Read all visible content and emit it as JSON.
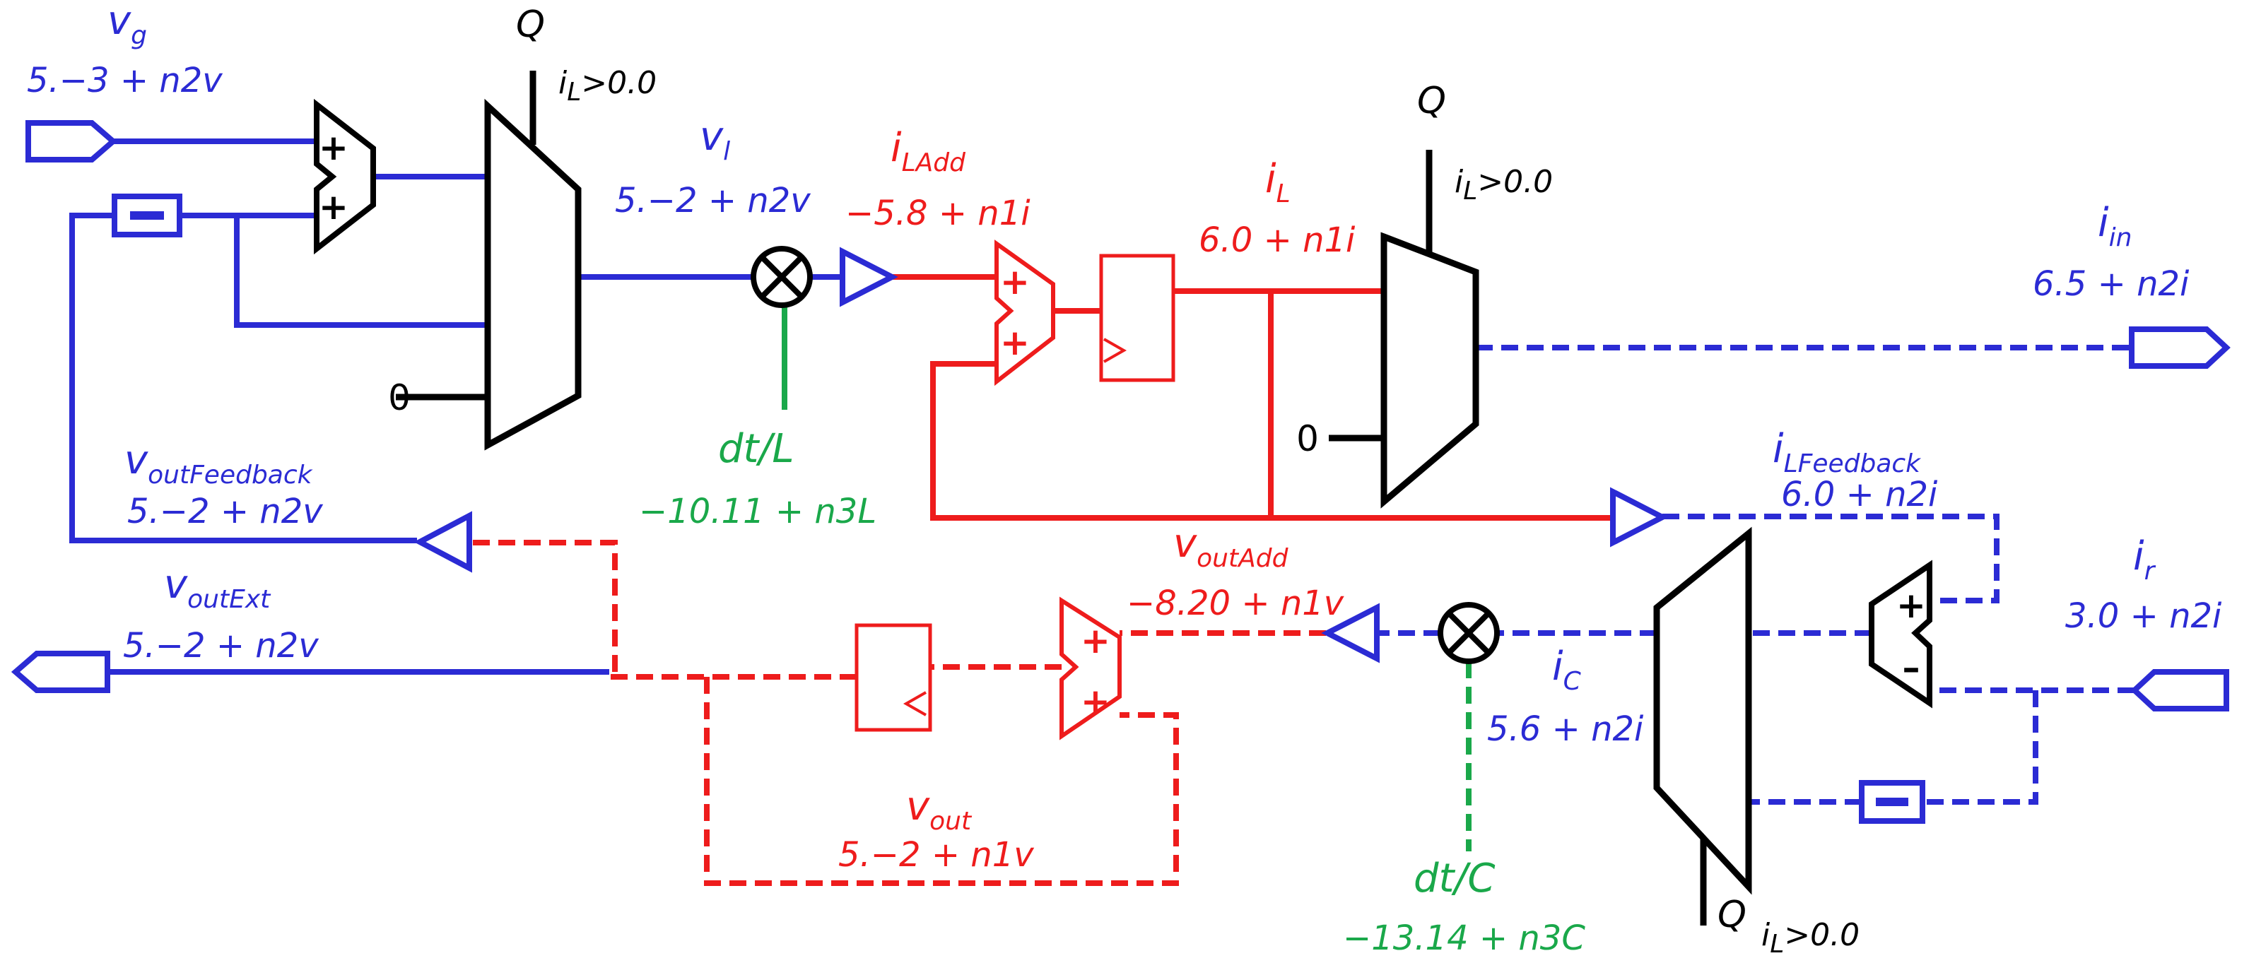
{
  "colors": {
    "blue": "#2b2bd4",
    "red": "#ee1c1c",
    "green": "#1aa84a",
    "black": "#000000"
  },
  "labels": {
    "vg": {
      "sym": "v",
      "sub": "g",
      "value": "5.−3 + n2v"
    },
    "vl": {
      "sym": "v",
      "sub": "l",
      "value": "5.−2 + n2v"
    },
    "iladd": {
      "sym": "i",
      "sub": "LAdd",
      "value": "−5.8 + n1i"
    },
    "il": {
      "sym": "i",
      "sub": "L",
      "value": "6.0 + n1i"
    },
    "iin": {
      "sym": "i",
      "sub": "in",
      "value": "6.5 + n2i"
    },
    "ilfeedback": {
      "sym": "i",
      "sub": "LFeedback",
      "value": "6.0 + n2i"
    },
    "ir": {
      "sym": "i",
      "sub": "r",
      "value": "3.0 + n2i"
    },
    "voutfeedback": {
      "sym": "v",
      "sub": "outFeedback",
      "value": "5.−2 + n2v"
    },
    "voutext": {
      "sym": "v",
      "sub": "outExt",
      "value": "5.−2 + n2v"
    },
    "voutadd": {
      "sym": "v",
      "sub": "outAdd",
      "value": "−8.20 + n1v"
    },
    "ic": {
      "sym": "i",
      "sub": "C",
      "value": "5.6 + n2i"
    },
    "vout": {
      "sym": "v",
      "sub": "out",
      "value": "5.−2 + n1v"
    },
    "dtl": {
      "name": "dt/L",
      "value": "−10.11 + n3L"
    },
    "dtc": {
      "name": "dt/C",
      "value": "−13.14 + n3C"
    }
  },
  "muxes": {
    "mux1": {
      "select": "Q",
      "cond_sym": "i",
      "cond_sub": "L",
      "cond_rest": ">0.0",
      "zero": "0"
    },
    "mux2": {
      "select": "Q",
      "cond_sym": "i",
      "cond_sub": "L",
      "cond_rest": ">0.0",
      "zero": "0"
    },
    "mux3": {
      "select": "Q",
      "cond_sym": "i",
      "cond_sub": "L",
      "cond_rest": ">0.0"
    }
  },
  "adder_signs": {
    "add1": [
      "+",
      "+"
    ],
    "add2": [
      "+",
      "+"
    ],
    "add3": [
      "+",
      "+"
    ],
    "sub1": [
      "+",
      "–"
    ]
  }
}
